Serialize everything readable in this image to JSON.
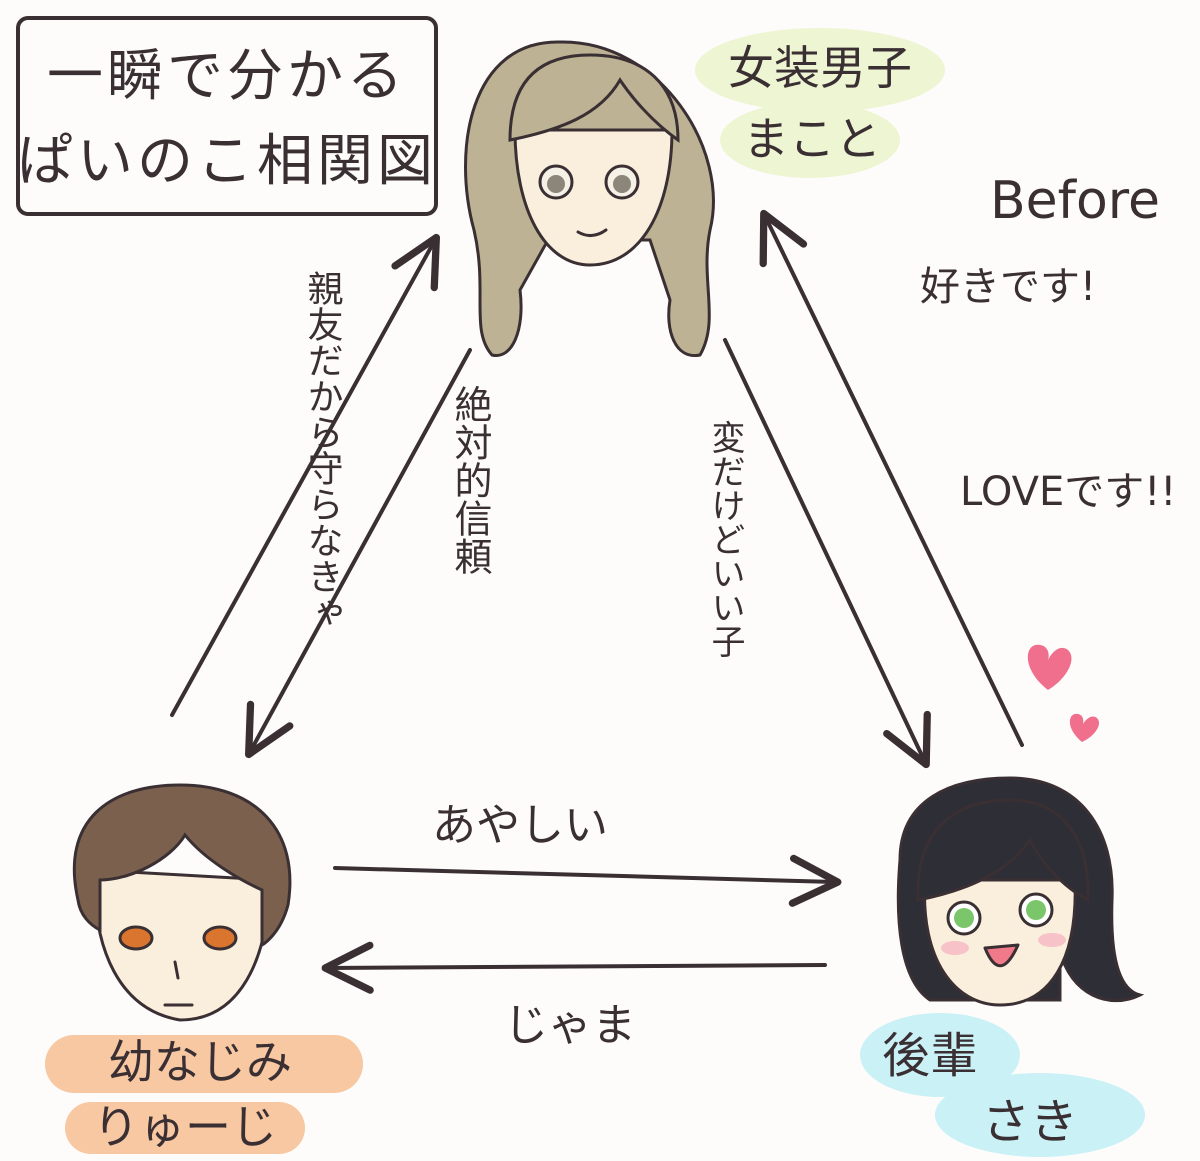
{
  "title_box": {
    "line1": "一瞬で分かる",
    "line2": "ぱいのこ相関図"
  },
  "stage_label": "Before",
  "characters": {
    "top": {
      "line1": "女装男子",
      "line2": "まこと",
      "highlight": "#eef5d2",
      "hair": "#bdb394"
    },
    "left": {
      "line1": "幼なじみ",
      "line2": "りゅーじ",
      "highlight": "#f7c8a2",
      "hair": "#7b604d"
    },
    "right": {
      "line1": "後輩",
      "line2": "さき",
      "highlight": "#c9f1f6",
      "hair": "#2e2e36"
    }
  },
  "relations": {
    "left_to_top": "親友だから守らなきゃ",
    "top_to_left": "絶対的信頼",
    "top_to_right": "変だけどいい子",
    "right_to_top_1": "好きです!",
    "right_to_top_2": "LOVEです!!",
    "left_to_right": "あやしい",
    "right_to_left": "じゃま"
  },
  "colors": {
    "line": "#3a2f33",
    "heart": "#ef6f8c",
    "skin": "#f9efdc"
  }
}
